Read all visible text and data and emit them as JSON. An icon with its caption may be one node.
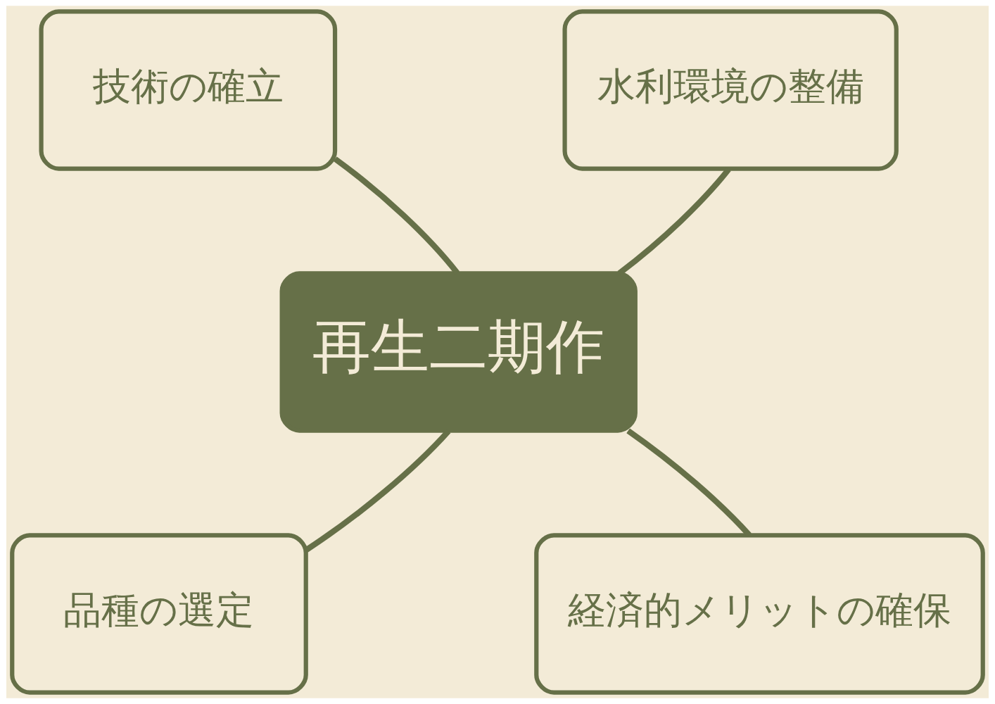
{
  "diagram": {
    "nodes": [
      {
        "text": [
          "再生二期作"
        ]
      },
      {
        "text": [
          "技術の確立"
        ]
      },
      {
        "text": [
          "水利環境の整備"
        ]
      },
      {
        "text": [
          "品種の選定"
        ]
      },
      {
        "text": [
          "経済的メリットの確保"
        ]
      }
    ],
    "edges": [
      {
        "from": 0,
        "to": 1,
        "arrow": "none"
      },
      {
        "from": 0,
        "to": 2,
        "arrow": "none"
      },
      {
        "from": 0,
        "to": 3,
        "arrow": "none"
      },
      {
        "from": 0,
        "to": 4,
        "arrow": "none"
      }
    ]
  }
}
